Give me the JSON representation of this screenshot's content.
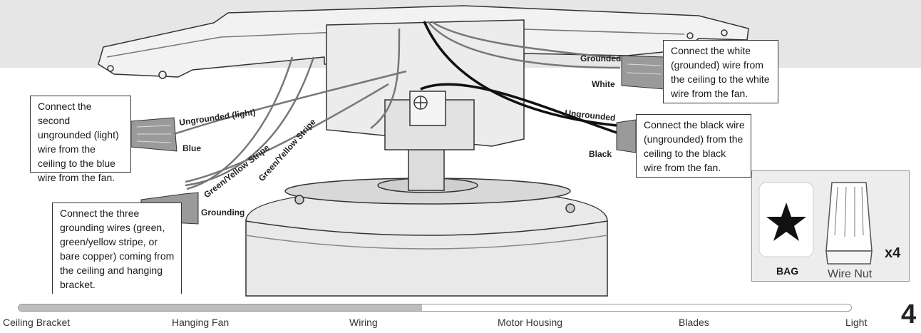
{
  "callouts": {
    "light_wire": "Connect the second ungrounded (light) wire from the ceiling to the blue wire from the fan.",
    "grounding": "Connect the three grounding wires (green, green/yellow stripe, or bare copper) coming from the ceiling and hanging bracket.",
    "white_wire": "Connect the white (grounded) wire from the ceiling to the white wire from the fan.",
    "black_wire": "Connect the black wire (ungrounded) from the ceiling to the black wire from the fan."
  },
  "wire_labels": {
    "ungrounded_light": "Ungrounded (light)",
    "blue": "Blue",
    "green_yellow_1": "Green/Yellow Stripe",
    "green_yellow_2": "Green/Yellow Stripe",
    "grounding": "Grounding",
    "grounded": "Grounded",
    "white": "White",
    "ungrounded": "Ungrounded",
    "black": "Black"
  },
  "hardware": {
    "bag_label": "BAG",
    "item_label": "Wire Nut",
    "quantity": "x4"
  },
  "progress": {
    "steps": [
      "Ceiling Bracket",
      "Hanging Fan",
      "Wiring",
      "Motor Housing",
      "Blades",
      "Light"
    ],
    "completed_fraction": 0.485
  },
  "page_number": "4",
  "colors": {
    "top_band": "#e6e6e6",
    "wire_black": "#111111",
    "wire_grey": "#777777",
    "progress_fill": "#bdbdbd"
  }
}
